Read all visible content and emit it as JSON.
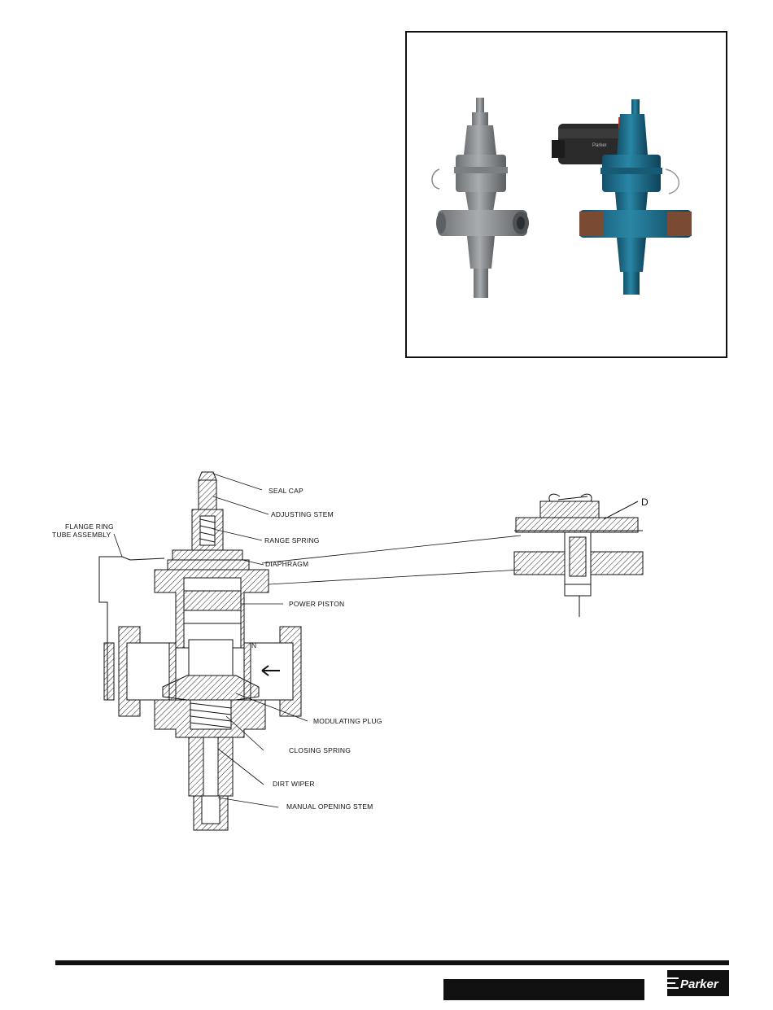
{
  "photo": {
    "left_valve": "gray-regulator-valve",
    "right_valve": "blue-solenoid-valve",
    "solenoid_label": "Parker"
  },
  "drawing": {
    "callouts": {
      "seal_cap": "SEAL CAP",
      "adjusting_stem": "ADJUSTING STEM",
      "range_spring": "RANGE SPRING",
      "diaphragm": "DIAPHRAGM",
      "power_piston": "POWER PISTON",
      "modulating_plug": "MODULATING PLUG",
      "closing_spring": "CLOSING SPRING",
      "dirt_wiper": "DIRT WIPER",
      "manual_opening_stem": "MANUAL OPENING STEM",
      "flange_ring_line1": "FLANGE RING",
      "flange_ring_line2": "TUBE ASSEMBLY",
      "port_n": "N",
      "detail_mark": "D"
    }
  },
  "footer": {
    "bar_text": "",
    "logo_text": "Parker"
  },
  "colors": {
    "ink": "#111111",
    "valve_gray": "#8a8d90",
    "valve_blue": "#1f6f8b",
    "hatch": "#222222"
  }
}
